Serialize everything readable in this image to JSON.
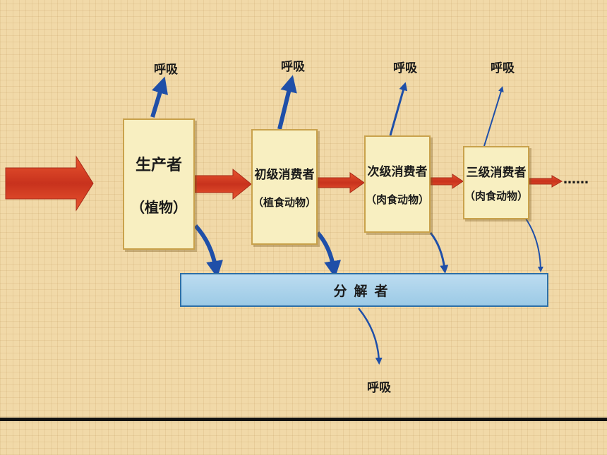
{
  "diagram": {
    "producer": {
      "line1": "生产者",
      "line2": "（植物）"
    },
    "primary_consumer": {
      "line1": "初级消费者",
      "line2": "（植食动物）"
    },
    "secondary_consumer": {
      "line1": "次级消费者",
      "line2": "（肉食动物）"
    },
    "tertiary_consumer": {
      "line1": "三级消费者",
      "line2": "（肉食动物）"
    },
    "decomposer": "分解者",
    "respiration_label": "呼吸",
    "continuation": "……"
  },
  "colors": {
    "energy_flow_arrow": "#d8432a",
    "respiration_arrow": "#1f4fa8",
    "decomposer_bar": "#a8d2ea",
    "box_fill": "#f8efc1",
    "background": "#f1d9a8"
  }
}
